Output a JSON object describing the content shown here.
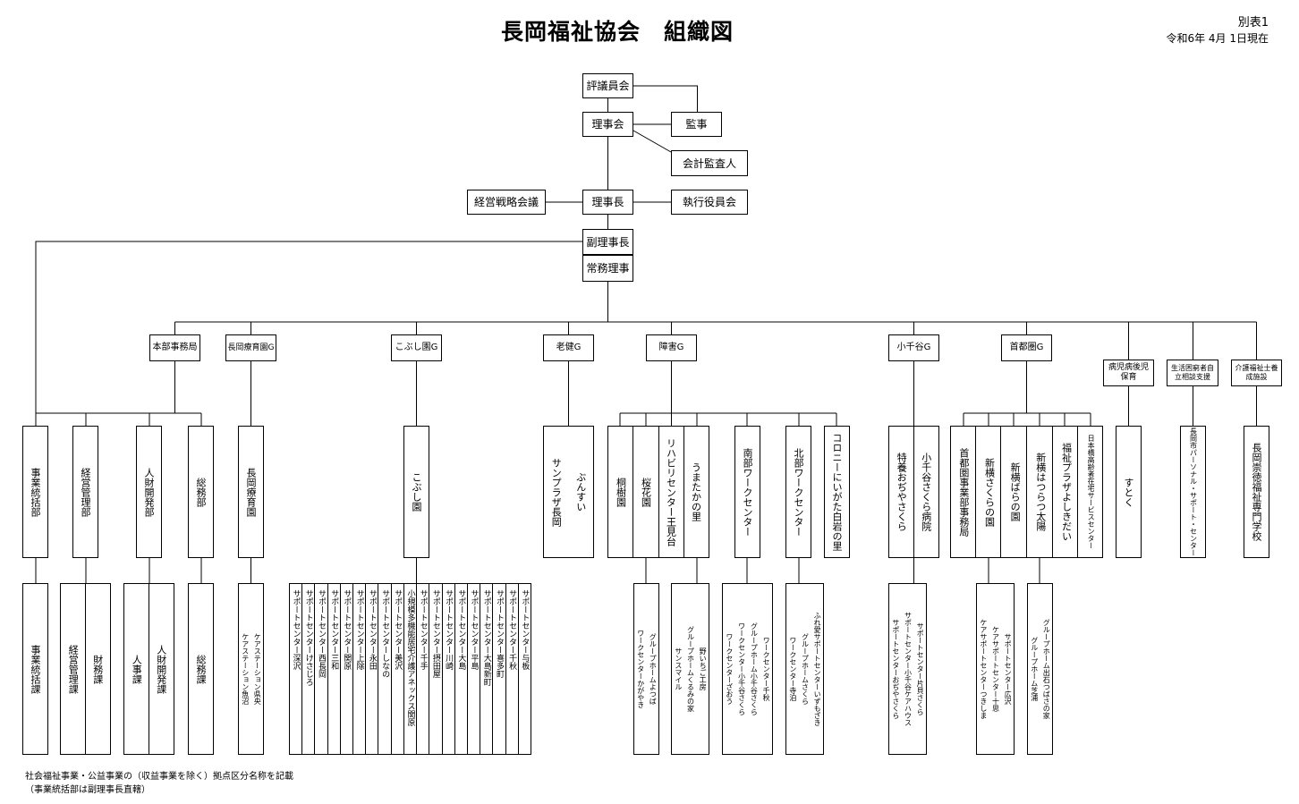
{
  "header": {
    "title": "長岡福祉協会　組織図",
    "appendix": "別表1",
    "as_of": "令和6年 4月 1日現在"
  },
  "top": {
    "council": "評議員会",
    "board": "理事会",
    "auditor": "監事",
    "accounting_auditor": "会計監査人",
    "strategy": "経営戦略会議",
    "chairman": "理事長",
    "executive": "執行役員会",
    "vice_chairman": "副理事長",
    "managing": "常務理事"
  },
  "groups": {
    "honbu": "本部事務局",
    "nagaoka_ryoiku": "長岡療育園G",
    "kobushi": "こぶし園G",
    "roken": "老健G",
    "shogai": "障害G",
    "kochiya": "小千谷G",
    "shuto": "首都圏G",
    "byoji": "病児病後児保育",
    "seikatsu": "生活困窮者自立相談支援",
    "kaigo": "介護福祉士養成施設"
  },
  "units": {
    "jigyo_tokatsu": "事業統括部",
    "keiei_kanri": "経営管理部",
    "jinzai": "人財開発部",
    "somu": "総務部",
    "nagaoka_ryoikuen": "長岡療育園",
    "kobushien": "こぶし園",
    "sunplaza": "サンプラザ長岡",
    "bunsui": "ぶんすい",
    "tojuen": "桐樹園",
    "oukaen": "桜花園",
    "rehabili": "リハビリセンター王見台",
    "umatakano": "うまたかの里",
    "nanbu": "南部ワークセンター",
    "hokubu": "北部ワークセンター",
    "colony": "コロニーにいがた白岩の里",
    "tokuyo_ojiya": "特養おぢやさくら",
    "ojiya_hospital": "小千谷さくら病院",
    "shuto_office": "首都圏事業部事務局",
    "shinyoko_sakura": "新横さくらの園",
    "shinyoko_bara": "新横ばらの園",
    "shinyoko_hatsuratsu": "新横はつらつ太陽",
    "plaza_yoshikidai": "福祉プラザよしきだい",
    "nihon_bashi": "日本橋高齢者在宅サービスセンター",
    "sutoku": "すとく",
    "personal_support": "長岡市パーソナル・サポート・センター",
    "school": "長岡崇徳福祉専門学校"
  },
  "subunits": {
    "jigyo_tokatsu_ka": "事業統括課",
    "keiei_kanri_ka": "経営管理課",
    "zaimu_ka": "財務課",
    "jinji_ka": "人事課",
    "jinzai_ka": "人財開発課",
    "somu_ka": "総務課",
    "care_uonuma": "ケアステーション魚沼",
    "care_kenou": "ケアステーション県央",
    "kobushi_subs": [
      "サポートセンター深沢",
      "サポートセンターけさじろ",
      "サポートセンター西長岡",
      "サポートセンター三和",
      "サポートセンター関原",
      "サポートセンター上除",
      "サポートセンター永田",
      "サポートセンターしなの",
      "サポートセンター美沢",
      "小規模多機能居宅介護アネックス関原",
      "サポートセンター千手",
      "サポートセンター摂田屋",
      "サポートセンター川崎",
      "サポートセンター大島",
      "サポートセンター平島",
      "サポートセンター大島新町",
      "サポートセンター喜多町",
      "サポートセンター千秋",
      "サポートセンター与板"
    ],
    "work_kagayaki": "ワークセンターかがやき",
    "gh_yotsuba": "グループホームよつば",
    "sun_smile": "サンスマイル",
    "gh_kurumi": "グループホームくるみの家",
    "noichigo": "野いちご工房",
    "work_zaou": "ワークセンターざおう",
    "work_ojiyasakura": "ワークセンター小千谷さくら",
    "gh_ojiya": "グループホーム小千谷さくら",
    "work_chiaki": "ワークセンター千秋",
    "work_teradomari": "ワークセンター寺泊",
    "gh_sakura": "グループホームさくら",
    "fureai": "ふれ愛サポートセンターいずもざき",
    "sup_ojiyasakura": "サポートセンターおぢやさくら",
    "sup_ojiya_care": "サポートセンター小千谷ケアハウス",
    "sup_katakai": "サポートセンター片貝さくら",
    "care_tsukishima": "ケアサポートセンターつきしま",
    "care_toshi": "ケアサポートセンター十思",
    "sup_hirosawa": "サポートセンター広沢",
    "gh_shibaura": "グループホーム芝浦",
    "gh_izuishi": "グループホーム出石つばさの家"
  },
  "footnotes": {
    "line1": "社会福祉事業・公益事業の（収益事業を除く）拠点区分名称を記載",
    "line2": "（事業統括部は副理事長直轄）"
  }
}
